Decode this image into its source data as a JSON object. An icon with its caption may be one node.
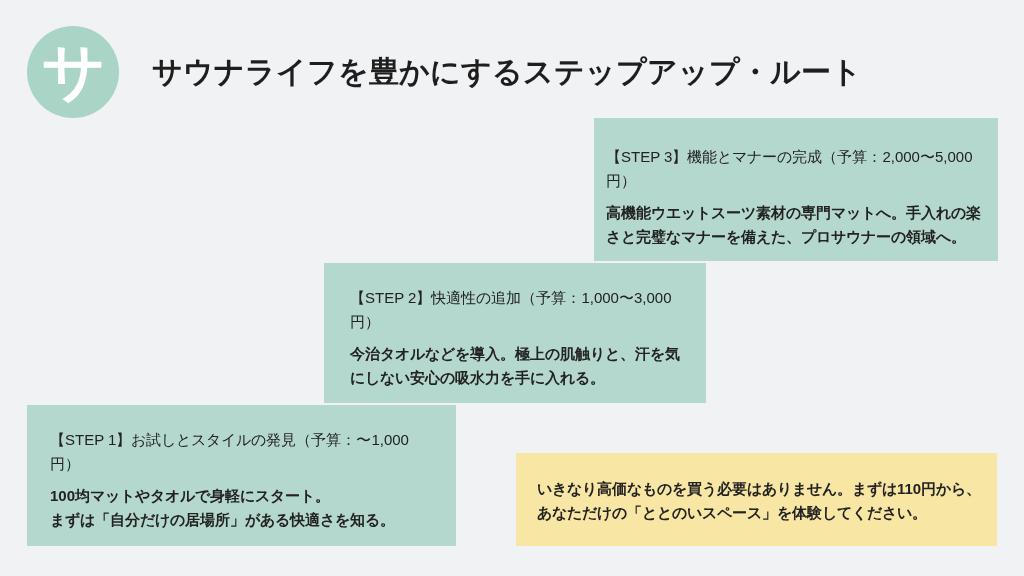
{
  "diagram": {
    "title": "サウナライフを豊かにするステップアップ・ルート",
    "nodes": [
      {
        "text": [
          "サ"
        ]
      },
      {
        "text": [
          "【STEP 3】機能とマナーの完成（予算：2,000〜5,000円）",
          "高機能ウエットスーツ素材の専門マットへ。手入れの楽さと完璧なマナーを備えた、プロサウナーの領域へ。"
        ]
      },
      {
        "text": [
          "【STEP 2】快適性の追加（予算：1,000〜3,000円）",
          "今治タオルなどを導入。極上の肌触りと、汗を気にしない安心の吸水力を手に入れる。"
        ]
      },
      {
        "text": [
          "【STEP 1】お試しとスタイルの発見（予算：〜1,000円）",
          "100均マットやタオルで身軽にスタート。",
          "まずは「自分だけの居場所」がある快適さを知る。"
        ]
      },
      {
        "text": [
          "いきなり高価なものを買う必要はありません。まずは110円から、あなただけの「ととのいスペース」を体験してください。"
        ]
      }
    ]
  }
}
